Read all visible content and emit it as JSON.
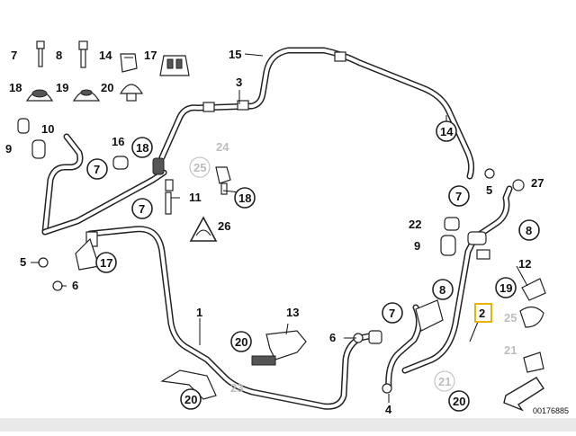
{
  "callouts": {
    "c1": "1",
    "c2": "2",
    "c3": "3",
    "c4": "4",
    "c5a": "5",
    "c5b": "5",
    "c6a": "6",
    "c6b": "6",
    "c7a": "7",
    "c7b": "7",
    "c7c": "7",
    "c7d": "7",
    "c7e": "7",
    "c8a": "8",
    "c8b": "8",
    "c8c": "8",
    "c9a": "9",
    "c9b": "9",
    "c10": "10",
    "c11": "11",
    "c12": "12",
    "c13": "13",
    "c14a": "14",
    "c14b": "14",
    "c15": "15",
    "c16": "16",
    "c17a": "17",
    "c17b": "17",
    "c18a": "18",
    "c18b": "18",
    "c18c": "18",
    "c19a": "19",
    "c19b": "19",
    "c20a": "20",
    "c20b": "20",
    "c20c": "20",
    "c20d": "20",
    "c21a": "21",
    "c21b": "21",
    "c22": "22",
    "c23": "23",
    "c24": "24",
    "c25a": "25",
    "c25b": "25",
    "c26": "26",
    "c27": "27"
  },
  "document_number": "00176885",
  "colors": {
    "highlight": "#e8b400",
    "greyed": "#bdbdbd",
    "footer": "#e9e9e9"
  }
}
